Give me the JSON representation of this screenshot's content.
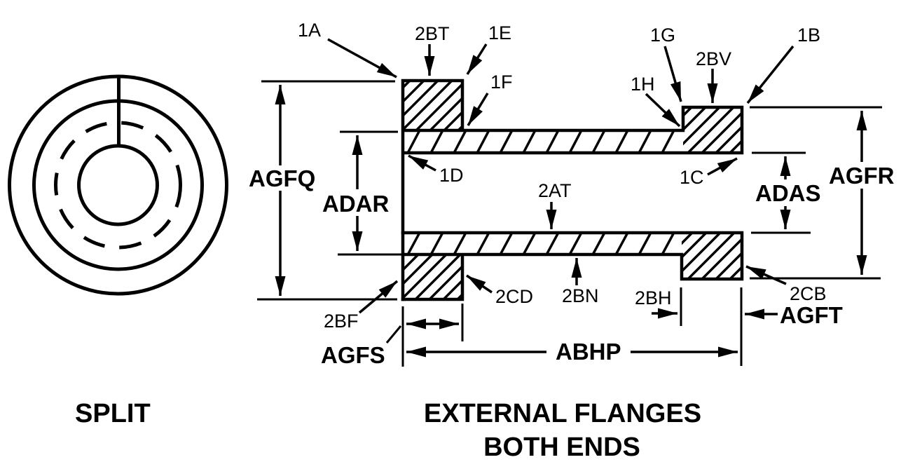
{
  "colors": {
    "line": "#000000",
    "background": "#ffffff"
  },
  "views": {
    "split": {
      "title": "SPLIT"
    },
    "section": {
      "title_line1": "EXTERNAL FLANGES",
      "title_line2": "BOTH ENDS"
    }
  },
  "callouts": {
    "1a": "1A",
    "2bt": "2BT",
    "1e": "1E",
    "1f": "1F",
    "1g": "1G",
    "2bv": "2BV",
    "1b": "1B",
    "1h": "1H",
    "1d": "1D",
    "1c": "1C",
    "2at": "2AT",
    "2bf": "2BF",
    "2cd": "2CD",
    "2bn": "2BN",
    "2bh": "2BH",
    "2cb": "2CB"
  },
  "dimensions": {
    "agfq": "AGFQ",
    "adar": "ADAR",
    "adas": "ADAS",
    "agfr": "AGFR",
    "agfs": "AGFS",
    "abhp": "ABHP",
    "agft": "AGFT"
  }
}
